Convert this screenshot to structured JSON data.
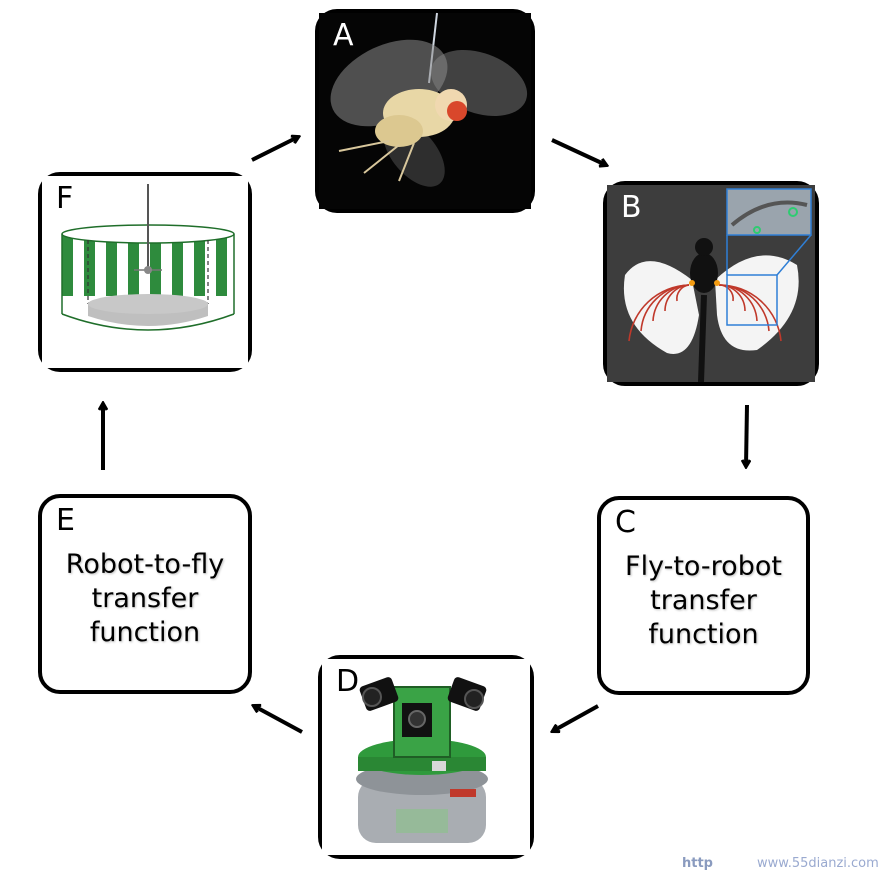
{
  "nodes": {
    "a": {
      "letter": "A"
    },
    "b": {
      "letter": "B"
    },
    "c": {
      "letter": "C",
      "caption": [
        "Fly-to-robot",
        "transfer",
        "function"
      ]
    },
    "d": {
      "letter": "D"
    },
    "e": {
      "letter": "E",
      "caption": [
        "Robot-to-fly",
        "transfer",
        "function"
      ]
    },
    "f": {
      "letter": "F"
    }
  },
  "colors": {
    "stripe_green": "#2e8b3d",
    "wing_ring_red": "#c0392b",
    "frame_black": "#000000"
  },
  "watermark": {
    "prefix": "http",
    "text": "www.55dianzi.com"
  }
}
